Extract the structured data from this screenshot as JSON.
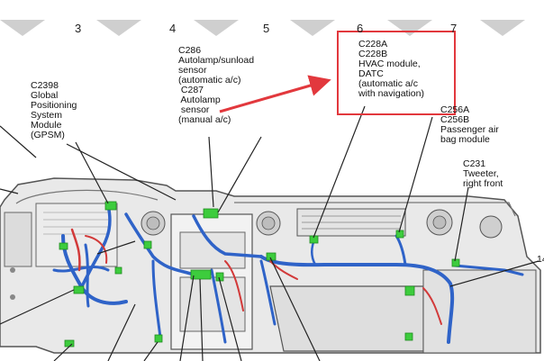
{
  "column_markers": [
    "3",
    "4",
    "5",
    "6",
    "7"
  ],
  "callouts": {
    "c2398": "C2398\nGlobal\nPositioning\nSystem\nModule\n(GPSM)",
    "c286_c287": "C286\nAutolamp/sunload\nsensor\n(automatic a/c)\n C287\n Autolamp\n sensor\n(manual a/c)",
    "c228": "C228A\nC228B\nHVAC module,\nDATC\n(automatic a/c\nwith navigation)",
    "c256": "C256A\nC256B\nPassenger air\nbag module",
    "c231": "C231\nTweeter,\nright front",
    "edge_ref": "14"
  },
  "colors": {
    "highlight": "#e2383d",
    "harness": "#2f63c8",
    "connector": "#3dcc3d",
    "dash_outline": "#555555",
    "dash_fill": "#e9e9e9",
    "header_triangle": "#cfcfcf"
  }
}
